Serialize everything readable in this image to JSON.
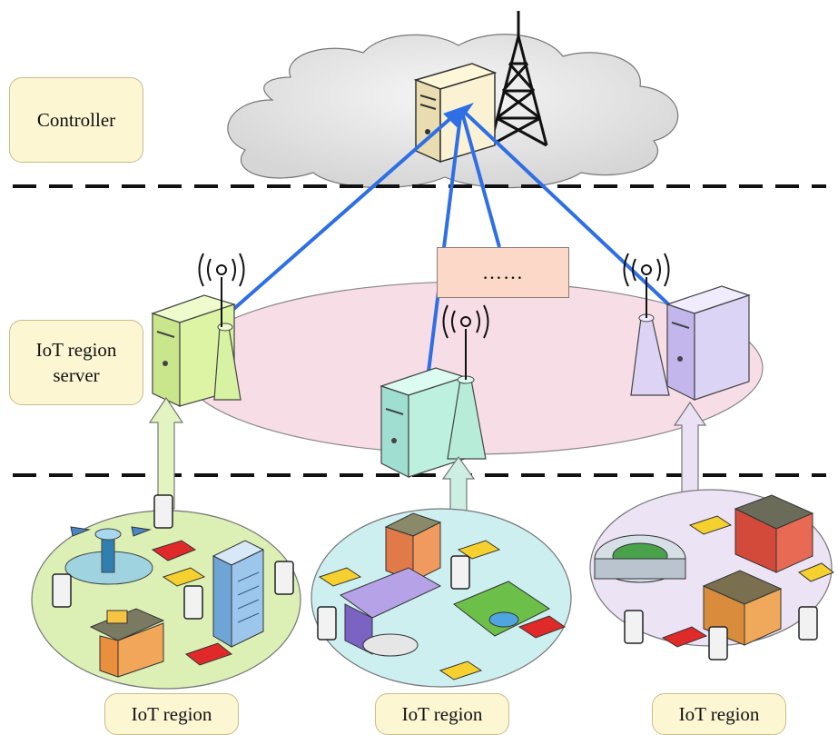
{
  "layers": {
    "controller_label": "Controller",
    "server_label_line1": "IoT region",
    "server_label_line2": "server"
  },
  "middle_box": {
    "text": "……"
  },
  "regions": [
    {
      "label": "IoT region",
      "color": "#dcefb5"
    },
    {
      "label": "IoT region",
      "color": "#cdeff0"
    },
    {
      "label": "IoT region",
      "color": "#ece3f4"
    }
  ],
  "colors": {
    "link": "#2f6fe6",
    "cloud": "#e1e1e1",
    "ellipse": "#f7dde6",
    "server_green": "#d9f3a6",
    "server_teal": "#bdf0df",
    "server_purple": "#dcd4f5"
  },
  "icons": [
    "controller-server-icon",
    "radio-tower-icon",
    "iot-server-icon",
    "antenna-icon",
    "smartphone-icon",
    "building-icon",
    "car-icon",
    "taxi-icon",
    "stadium-icon",
    "airport-tower-icon"
  ]
}
